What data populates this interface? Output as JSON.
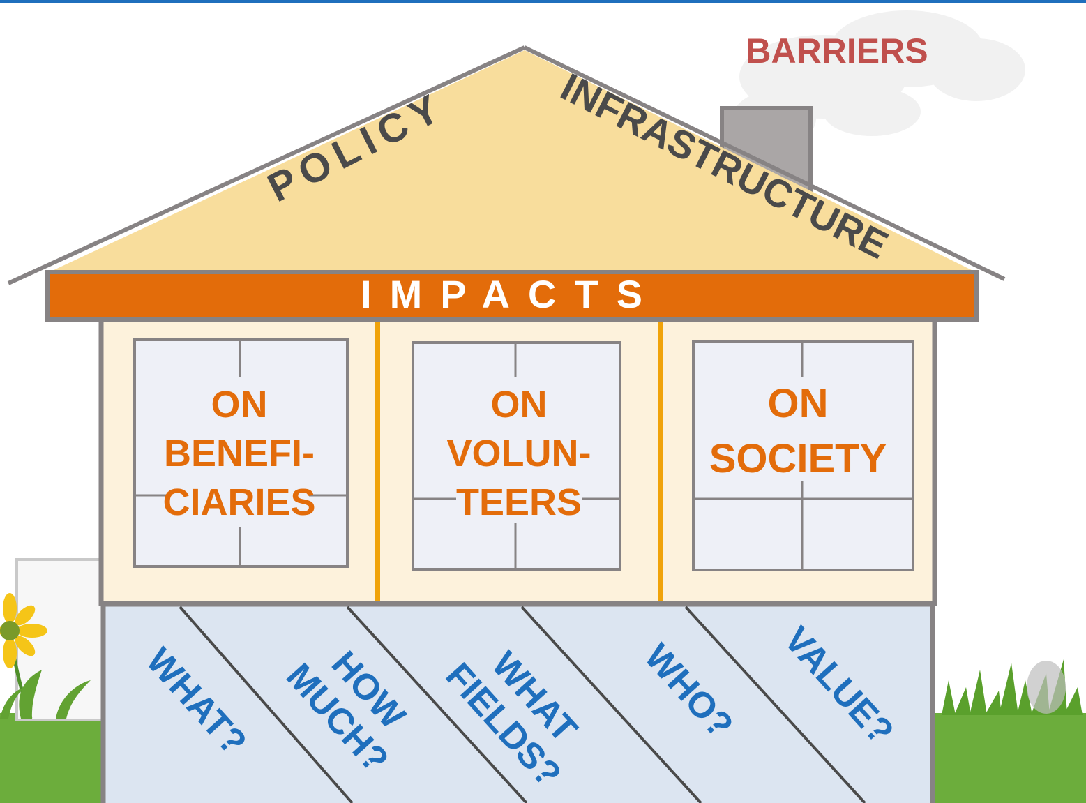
{
  "colors": {
    "top_border": "#1f6fbd",
    "roof": "#f8dd9c",
    "roof_outline": "#878384",
    "impacts_band": "#e36c0a",
    "wall": "#fdf2dc",
    "wall_divider": "#f0a30a",
    "window_fill": "#eef0f7",
    "foundation": "#dce5f1",
    "grass": "#6cad3c",
    "chimney": "#aaa6a6",
    "barriers_text": "#c0504d",
    "orange_text": "#e36c0a",
    "blue_text": "#1f6fbd",
    "dark_text": "#4a4a4a"
  },
  "roof": {
    "left_label": "POLICY",
    "right_label": "INFRASTRUCTURE"
  },
  "chimney": {
    "label": "BARRIERS"
  },
  "impacts_band": {
    "label": "IMPACTS"
  },
  "windows": [
    {
      "lines": [
        "ON",
        "BENEFI-",
        "CIARIES"
      ]
    },
    {
      "lines": [
        "ON",
        "VOLUN-",
        "TEERS"
      ]
    },
    {
      "lines": [
        "ON",
        "SOCIETY"
      ]
    }
  ],
  "foundation": {
    "questions": [
      {
        "lines": [
          "WHAT?"
        ]
      },
      {
        "lines": [
          "HOW",
          "MUCH?"
        ]
      },
      {
        "lines": [
          "WHAT",
          "FIELDS?"
        ]
      },
      {
        "lines": [
          "WHO?"
        ]
      },
      {
        "lines": [
          "VALUE?"
        ]
      }
    ]
  },
  "decorations": {
    "left_icon": "flower-icon",
    "right_icon": "grass-tuft-icon",
    "smoke_icon": "smoke-icon"
  }
}
